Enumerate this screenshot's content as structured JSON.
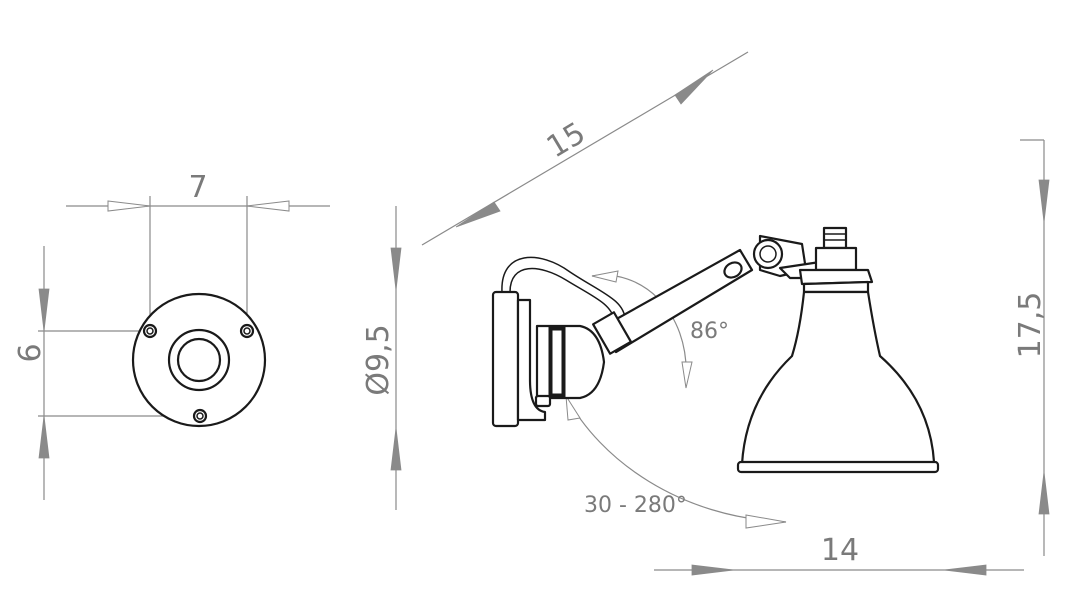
{
  "dimensions": {
    "mount_hole_spacing": "7",
    "mount_hole_height": "6",
    "diameter": "Ø9,5",
    "arm_length": "15",
    "total_height": "17,5",
    "depth": "14"
  },
  "angles": {
    "arm_rotation": "86°",
    "shade_rotation": "30 - 280°"
  },
  "colors": {
    "dimension_lines": "#8a8a8a",
    "outline": "#1a1a1a",
    "background": "#ffffff"
  }
}
